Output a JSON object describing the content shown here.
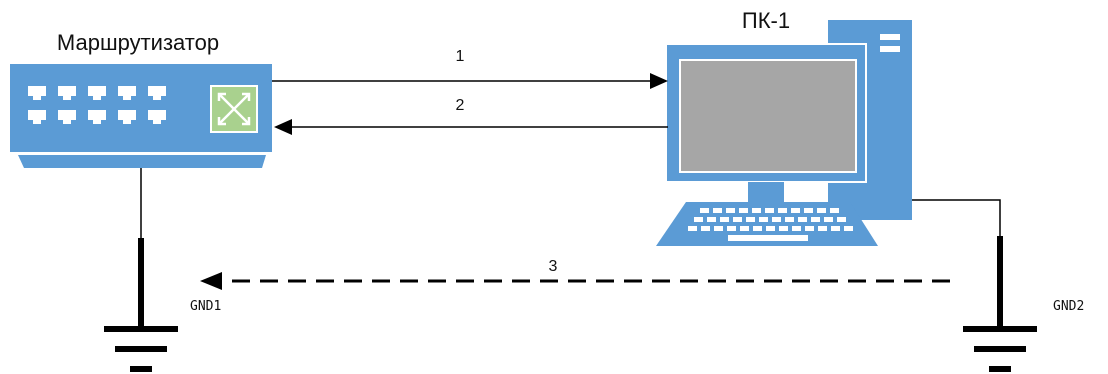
{
  "router": {
    "label": "Маршрутизатор"
  },
  "pc": {
    "label": "ПК-1"
  },
  "connections": [
    {
      "id": "1",
      "label": "1",
      "from": "router",
      "to": "pc",
      "style": "solid"
    },
    {
      "id": "2",
      "label": "2",
      "from": "pc",
      "to": "router",
      "style": "solid"
    },
    {
      "id": "3",
      "label": "3",
      "from": "pc-ground",
      "to": "router-ground",
      "style": "dashed"
    }
  ],
  "grounds": [
    {
      "label": "GND1"
    },
    {
      "label": "GND2"
    }
  ],
  "colors": {
    "device_blue": "#5b9bd5",
    "screen_gray": "#a6a6a6",
    "switch_green": "#a9d18e",
    "line": "#000000"
  }
}
